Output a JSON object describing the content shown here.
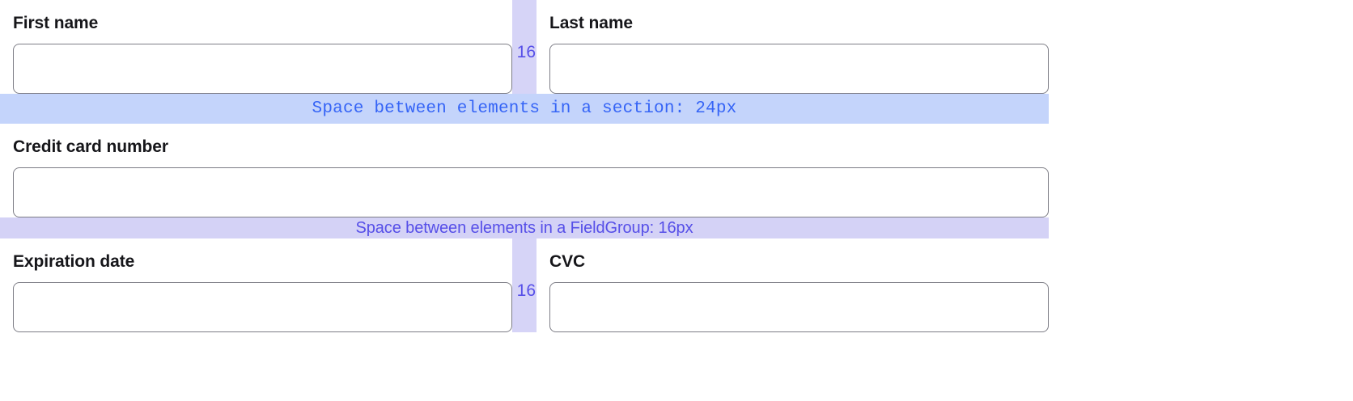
{
  "form": {
    "rows": [
      {
        "kind": "pair",
        "left": {
          "label": "First name",
          "value": "",
          "placeholder": ""
        },
        "right": {
          "label": "Last name",
          "value": "",
          "placeholder": ""
        },
        "gap_marker": "16"
      },
      {
        "kind": "single",
        "field": {
          "label": "Credit card number",
          "value": "",
          "placeholder": ""
        }
      },
      {
        "kind": "pair",
        "left": {
          "label": "Expiration date",
          "value": "",
          "placeholder": ""
        },
        "right": {
          "label": "CVC",
          "value": "",
          "placeholder": ""
        },
        "gap_marker": "16"
      }
    ]
  },
  "annotations": {
    "section_band": {
      "text": "Space between elements in a section: 24px"
    },
    "fieldgroup_band": {
      "text": "Space between elements in a FieldGroup: 16px"
    }
  },
  "colors": {
    "section_band_bg": "#c4d4fb",
    "section_band_text": "#3564f6",
    "fieldgroup_band_bg": "#d4d2f6",
    "fieldgroup_band_text": "#564fe8",
    "gap_column_bg": "#d6d4f7",
    "gap_label_text": "#564fe8",
    "input_border": "#7d7d86",
    "label_text": "#16161a",
    "page_bg": "#ffffff"
  }
}
